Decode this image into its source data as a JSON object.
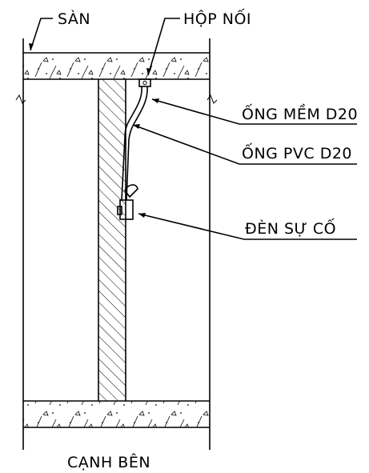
{
  "labels": {
    "san": "SÀN",
    "hop_noi": "HỘP NỐI",
    "ong_mem": "ỐNG MỀM D20",
    "ong_pvc": "ỐNG PVC D20",
    "den_su_co": "ĐÈN SỰ CỐ",
    "canh_ben": "CẠNH BÊN"
  }
}
